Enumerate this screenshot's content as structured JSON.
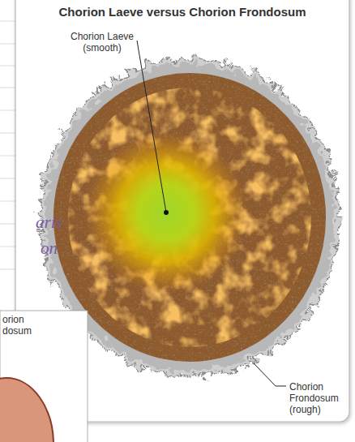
{
  "diagram": {
    "title": "Chorion Laeve versus Chorion Frondosum",
    "labels": [
      "Chorion Laeve (smooth)",
      "aris",
      "on",
      "orion dosum",
      "Chorion Frondosum (rough)"
    ]
  }
}
